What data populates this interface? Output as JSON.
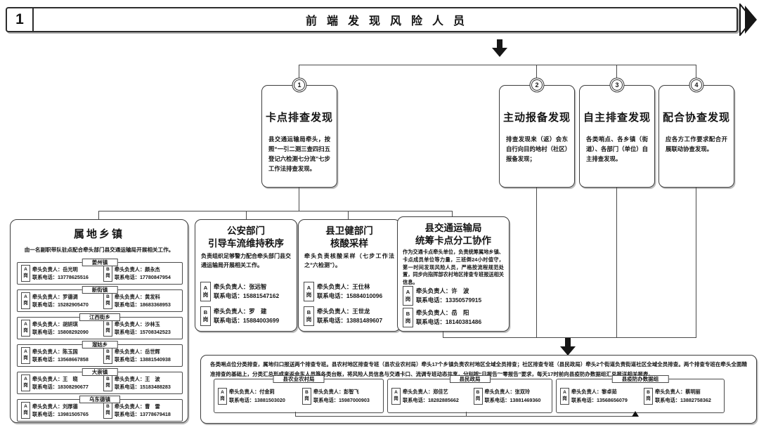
{
  "header": {
    "number": "1",
    "title": "前端发现风险人员"
  },
  "labels": {
    "a": "A",
    "b": "B",
    "gang": "岗"
  },
  "icons": {
    "next_section": "right-chevron-flag",
    "flow_down": "bold-down-arrow",
    "report_up": "up-arrowhead"
  },
  "colors": {
    "line": "#4a4a4a",
    "border": "#3c3c3c",
    "ink": "#141414",
    "bg": "#ffffff"
  },
  "discovery": [
    {
      "num": "1",
      "title": "卡点排查发现",
      "body": "县交通运输局牵头，按照“一引二测三查四扫五登记六检测七分流”七步工作法排查发现。"
    },
    {
      "num": "2",
      "title": "主动报备发现",
      "body": "排查发现来（返）会东自行向目的地村（社区）报备发现；"
    },
    {
      "num": "3",
      "title": "自主排查发现",
      "body": "各类哨点、各乡镇（街道）、各部门（单位）自主排查发现。"
    },
    {
      "num": "4",
      "title": "配合协查发现",
      "body": "应各方工作要求配合开展联动协查发现。"
    }
  ],
  "townships": {
    "title": "属地乡镇",
    "subtitle": "由一名副职带队驻点配合牵头部门县交通运输局开展相关工作。",
    "rows": [
      {
        "name": "姜州镇",
        "a_leader": "牵头负责人：岳光明",
        "a_phone": "联系电话：13778625516",
        "b_leader": "牵头负责人：颜永杰",
        "b_phone": "联系电话：17780847954"
      },
      {
        "name": "新街镇",
        "a_leader": "牵头负责人：罗德调",
        "a_phone": "联系电话：15282905470",
        "b_leader": "牵头负责人：黄发科",
        "b_phone": "联系电话：18683368953"
      },
      {
        "name": "江西街乡",
        "a_leader": "牵头负责人：胡妍琪",
        "a_phone": "联系电话：15808292090",
        "b_leader": "牵头负责人：沙林玉",
        "b_phone": "联系电话：15708342523"
      },
      {
        "name": "溜姑乡",
        "a_leader": "牵头负责人：陈玉国",
        "a_phone": "联系电话：13568667858",
        "b_leader": "牵头负责人：岳世辉",
        "b_phone": "联系电话：13881540938"
      },
      {
        "name": "大崇镇",
        "a_leader": "牵头负责人：王　晓",
        "a_phone": "联系电话：18308290677",
        "b_leader": "牵头负责人：王　波",
        "b_phone": "联系电话：15183488283"
      },
      {
        "name": "乌东德镇",
        "a_leader": "牵头负责人：刘厚德",
        "a_phone": "联系电话：13981505765",
        "b_leader": "牵头负责人：曹　雷",
        "b_phone": "联系电话：13778679418"
      }
    ]
  },
  "departments": [
    {
      "title1": "公安部门",
      "title2": "引导车流维持秩序",
      "body": "负责组织足够警力配合牵头部门县交通运输局开展相关工作。",
      "a_leader": "牵头负责人：张远智",
      "a_phone": "联系电话：15881547162",
      "b_leader": "牵头负责人：罗　建",
      "b_phone": "联系电话：15884003699"
    },
    {
      "title1": "县卫健部门",
      "title2": "核酸采样",
      "body": "牵头负责核酸采样（七步工作法之“六检测”）。",
      "a_leader": "牵头负责人：王仕林",
      "a_phone": "联系电话：15884010096",
      "b_leader": "牵头负责人：王世龙",
      "b_phone": "联系电话：13881489607"
    },
    {
      "title1": "县交通运输局",
      "title2": "统筹卡点分工协作",
      "body": "作为交通卡点牵头单位，负责统筹属地乡镇、卡点成员单位等力量，三班倒24小时值守，第一时间发现风险人员，严格按流程规范处置，同步向指挥部农村地区排查专班报送相关信息。",
      "a_leader": "牵头负责人：许　波",
      "a_phone": "联系电话：13350579915",
      "b_leader": "牵头负责人：岳　阳",
      "b_phone": "联系电话：18140381486"
    }
  ],
  "bottom": {
    "paragraph": "各类哨点位分类排查，属地归口报送两个排查专班。县农村地区排查专班（县农业农村局）牵头17个乡镇负责农村地区全域全员排查；社区排查专班（县民政局）牵头2个街道负责街道社区全域全员排查。两个排查专班在牵头全面精准排查的基础上，分类汇总形成来返会东人员等各类台账，将风险人员信息与交通卡口、流调专班动态共享，分别按“日报告”“零报告”要求，每天17时前向县疫防办数据组汇总报送相关报表。",
    "groups": [
      {
        "name": "县农业农村局",
        "a_leader": "牵头负责人：付金莉",
        "a_phone": "联系电话：13881503020",
        "b_leader": "牵头负责人：彭智飞",
        "b_phone": "联系电话：15987000903"
      },
      {
        "name": "县民政局",
        "a_leader": "牵头负责人：郑佳艺",
        "a_phone": "联系电话：18282885662",
        "b_leader": "牵头负责人：张双玲",
        "b_phone": "联系电话：13881469360"
      },
      {
        "name": "县疫防办数据组",
        "a_leader": "牵头负责人：黎卓茹",
        "a_phone": "联系电话：13568656079",
        "b_leader": "牵头负责人：蔡明丽",
        "b_phone": "联系电话：13882758362"
      }
    ]
  }
}
